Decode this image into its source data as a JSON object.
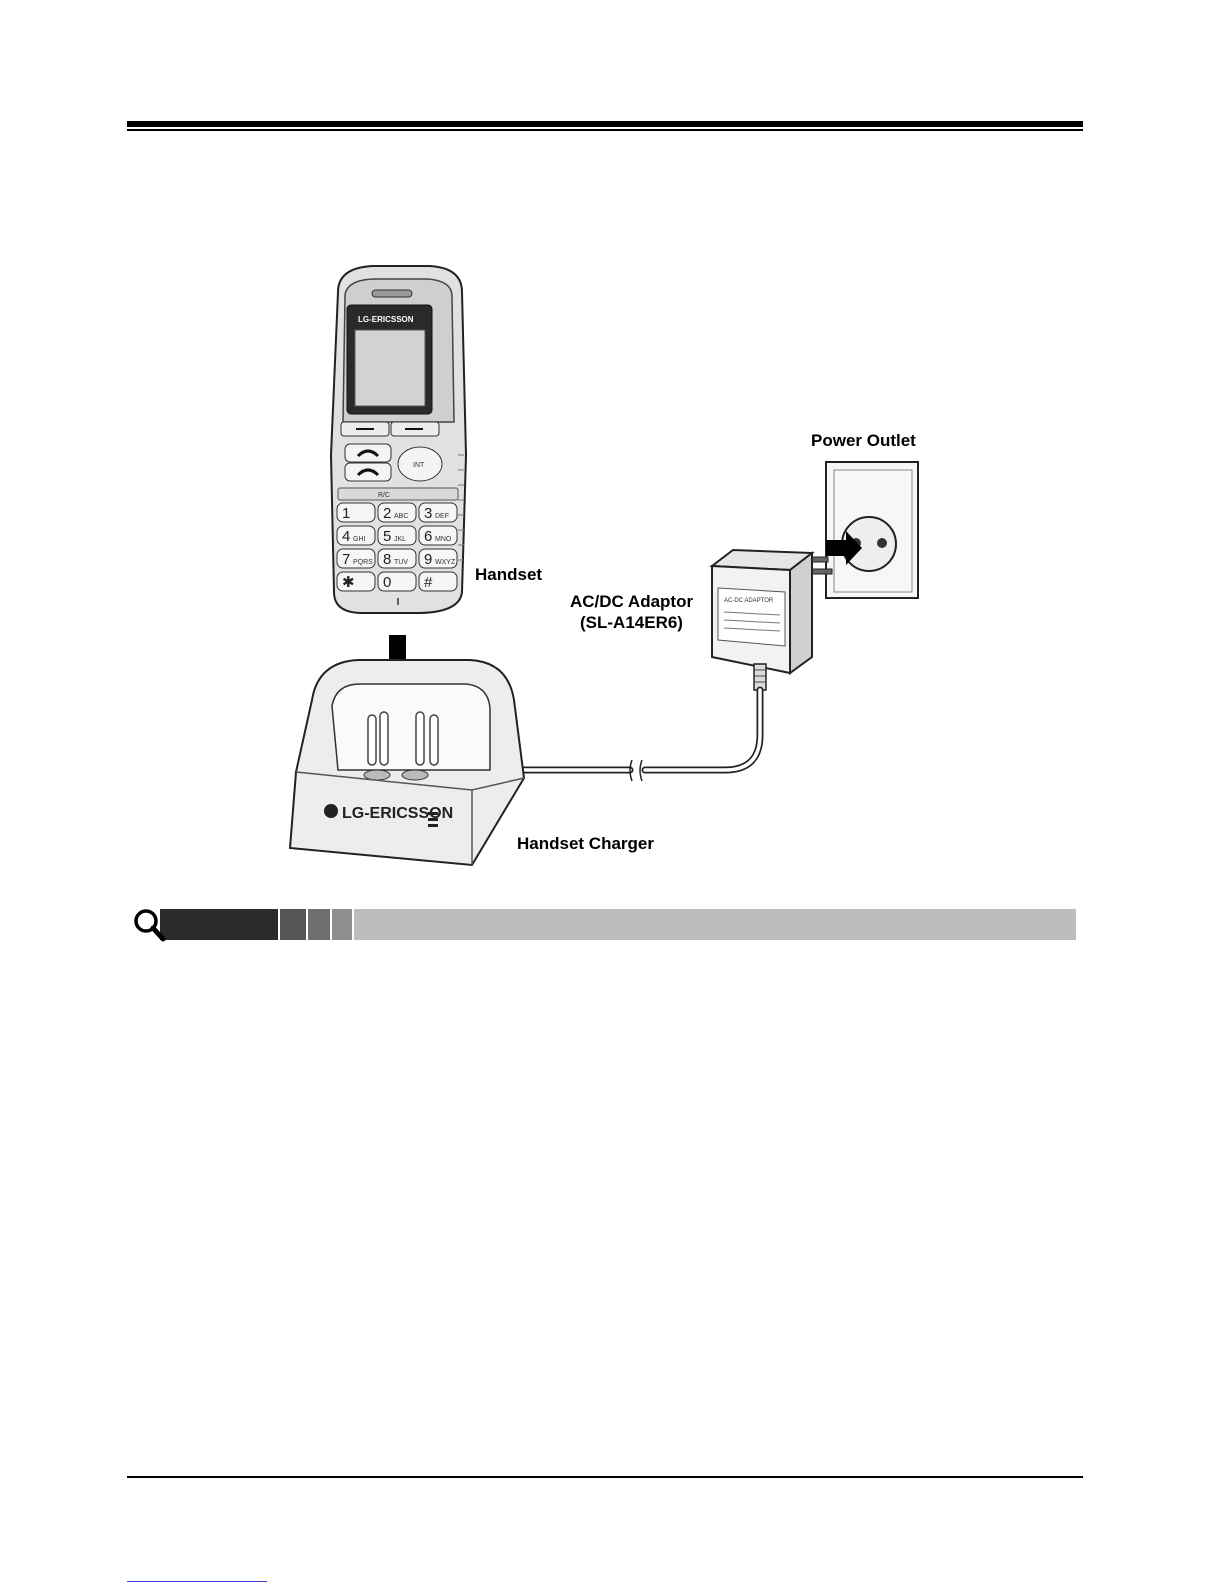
{
  "figure": {
    "labels": {
      "handset": "Handset",
      "power_outlet": "Power Outlet",
      "adaptor_line1": "AC/DC Adaptor",
      "adaptor_line2": "(SL-A14ER6)",
      "charger": "Handset Charger"
    },
    "brand": "LG-ERICSSON",
    "handset_keys": [
      {
        "digit": "1",
        "sub": ""
      },
      {
        "digit": "2",
        "sub": "ABC"
      },
      {
        "digit": "3",
        "sub": "DEF"
      },
      {
        "digit": "4",
        "sub": "GHI"
      },
      {
        "digit": "5",
        "sub": "JKL"
      },
      {
        "digit": "6",
        "sub": "MNO"
      },
      {
        "digit": "7",
        "sub": "PQRS"
      },
      {
        "digit": "8",
        "sub": "TUV"
      },
      {
        "digit": "9",
        "sub": "WXYZ"
      },
      {
        "digit": "✱",
        "sub": ""
      },
      {
        "digit": "0",
        "sub": ""
      },
      {
        "digit": "#",
        "sub": ""
      }
    ],
    "function_keys": {
      "rc": "R/C",
      "nav_center": "INT"
    },
    "adaptor_plate_text": "AC-DC ADAPTOR"
  },
  "colors": {
    "rule": "#000000",
    "note_dark": "#2b2b2b",
    "note_mid": "#555555",
    "note_mid2": "#6e6e6e",
    "note_light": "#8e8e8e",
    "note_bar": "#bdbdbd"
  }
}
